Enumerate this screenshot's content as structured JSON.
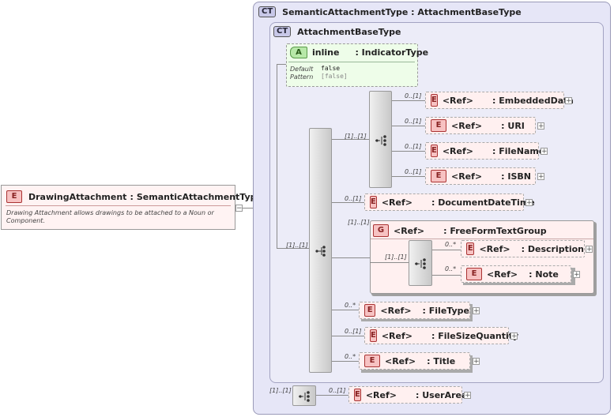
{
  "root": {
    "badge": "E",
    "name": "DrawingAttachment",
    "type": "SemanticAttachmentType",
    "doc": "Drawing Attachment allows drawings to be attached to a Noun or Component."
  },
  "outer_type": {
    "badge": "CT",
    "title": "SemanticAttachmentType : AttachmentBaseType"
  },
  "inner_type": {
    "badge": "CT",
    "title": "AttachmentBaseType"
  },
  "attribute": {
    "badge": "A",
    "name": "inline",
    "type": ": IndicatorType",
    "default_label": "Default",
    "default_value": "false",
    "pattern_label": "Pattern",
    "pattern_value": "[false]"
  },
  "choice_items": [
    {
      "card": "0..[1]",
      "ref": "<Ref>",
      "name": ": EmbeddedData"
    },
    {
      "card": "0..[1]",
      "ref": "<Ref>",
      "name": ": URI"
    },
    {
      "card": "0..[1]",
      "ref": "<Ref>",
      "name": ": FileName"
    },
    {
      "card": "0..[1]",
      "ref": "<Ref>",
      "name": ": ISBN"
    }
  ],
  "choice_card": "[1]..[1]",
  "seq_card": "[1]..[1]",
  "doc_date": {
    "card": "0..[1]",
    "ref": "<Ref>",
    "name": ": DocumentDateTime"
  },
  "group": {
    "card": "[1]..[1]",
    "badge": "G",
    "ref": "<Ref>",
    "name": ": FreeFormTextGroup",
    "seq_card": "[1]..[1]",
    "items": [
      {
        "card": "0..*",
        "ref": "<Ref>",
        "name": ": Description"
      },
      {
        "card": "0..*",
        "ref": "<Ref>",
        "name": ": Note"
      }
    ]
  },
  "tail_items": [
    {
      "card": "0..*",
      "ref": "<Ref>",
      "name": ": FileType"
    },
    {
      "card": "0..[1]",
      "ref": "<Ref>",
      "name": ": FileSizeQuantity"
    },
    {
      "card": "0..*",
      "ref": "<Ref>",
      "name": ": Title"
    }
  ],
  "outer_seq_card": "[1]..[1]",
  "user_area": {
    "card": "0..[1]",
    "ref": "<Ref>",
    "name": ": UserArea"
  },
  "expand_symbol": "+",
  "collapse_symbol": "−",
  "element_badge": "E"
}
